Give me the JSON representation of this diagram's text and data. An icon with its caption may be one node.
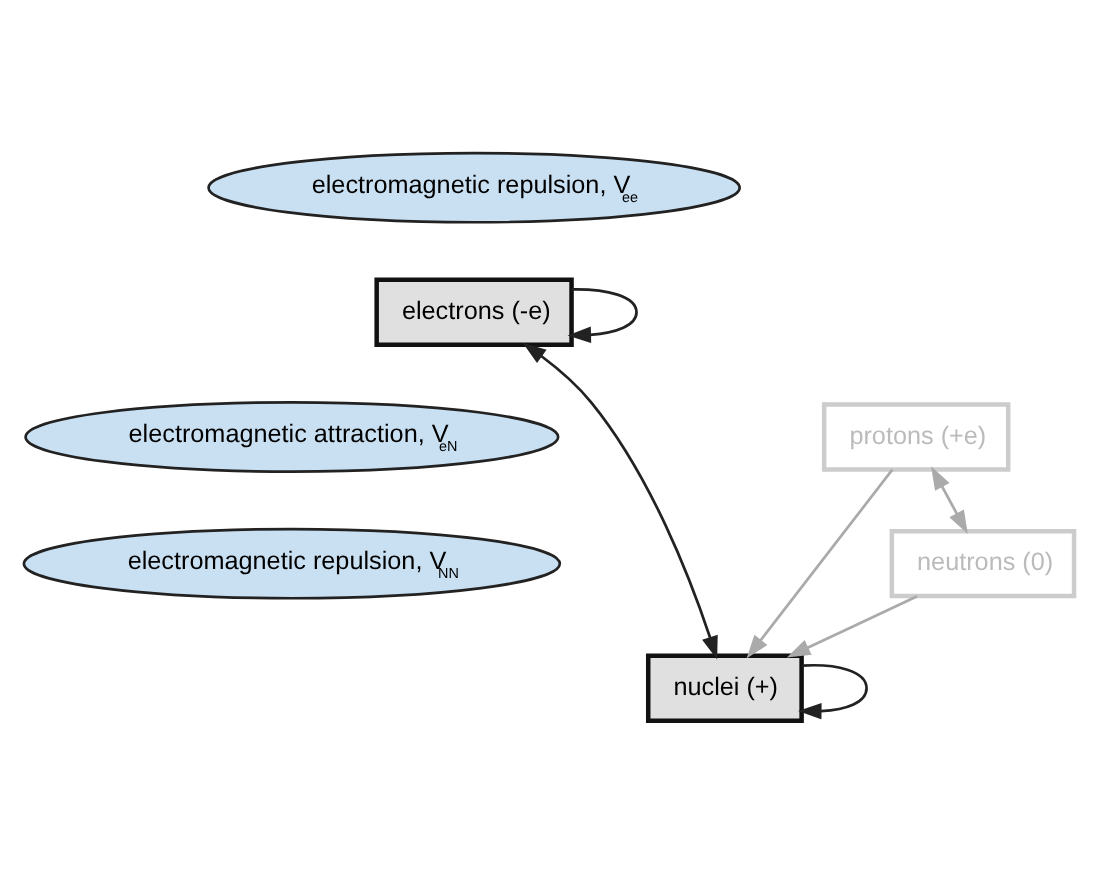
{
  "diagram": {
    "nodes": [
      {
        "text": [
          "electromagnetic repulsion, V$_{ee}$"
        ]
      },
      {
        "text": [
          "electrons (-e)"
        ]
      },
      {
        "text": [
          "electromagnetic attraction, V$_{eN}$"
        ]
      },
      {
        "text": [
          "protons (+e)"
        ]
      },
      {
        "text": [
          "nuclei (+)"
        ]
      },
      {
        "text": [
          "neutrons (0)"
        ]
      },
      {
        "text": [
          "electromagnetic repulsion, V$_{NN}$"
        ]
      }
    ],
    "edges": [
      {
        "from": 1,
        "to": 1,
        "arrow": "to"
      },
      {
        "from": 1,
        "to": 4,
        "arrow": "both"
      },
      {
        "from": 3,
        "to": 4,
        "arrow": "to",
        "color": "#aaaaaa"
      },
      {
        "from": 5,
        "to": 4,
        "arrow": "to",
        "color": "#aaaaaa"
      },
      {
        "from": 3,
        "to": 5,
        "arrow": "both",
        "color": "#aaaaaa"
      },
      {
        "from": 4,
        "to": 4,
        "arrow": "to"
      }
    ]
  }
}
